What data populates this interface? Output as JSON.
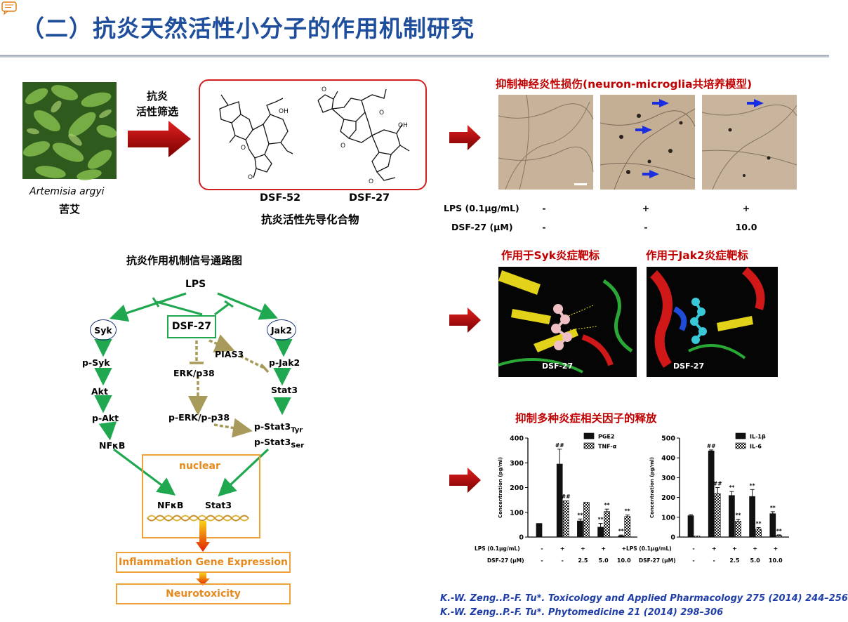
{
  "header": {
    "title": "（二）抗炎天然活性小分子的作用机制研究"
  },
  "left_top": {
    "plant_latin": "Artemisia argyi",
    "plant_cn": "苦艾",
    "screen_label_1": "抗炎",
    "screen_label_2": "活性筛选",
    "compound_1": "DSF-52",
    "compound_2": "DSF-27",
    "compounds_caption": "抗炎活性先导化合物"
  },
  "pathway": {
    "title": "抗炎作用机制信号通路图",
    "nodes": {
      "lps": "LPS",
      "syk": "Syk",
      "jak2": "Jak2",
      "dsf27": "DSF-27",
      "p_syk": "p-Syk",
      "akt": "Akt",
      "p_akt": "p-Akt",
      "nfkb": "NFκB",
      "pias3": "PIAS3",
      "erk": "ERK/p38",
      "p_erk": "p-ERK/p-p38",
      "p_jak2": "p-Jak2",
      "stat3": "Stat3",
      "p_stat3_tyr": "p-Stat3",
      "tyr": "Tyr",
      "p_stat3_ser": "p-Stat3",
      "ser": "Ser",
      "nuclear": "nuclear",
      "nuc_nfkb": "NFκB",
      "nuc_stat3": "Stat3",
      "inflammation": "Inflammation Gene Expression",
      "neurotoxicity": "Neurotoxicity"
    }
  },
  "neuron": {
    "heading": "抑制神经炎性损伤(neuron-microglia共培养模型)",
    "row1_label": "LPS (0.1μg/mL)",
    "row1_values": [
      "-",
      "+",
      "+"
    ],
    "row2_label": "DSF-27 (μM)",
    "row2_values": [
      "-",
      "-",
      "10.0"
    ]
  },
  "docking": {
    "syk_heading": "作用于Syk炎症靶标",
    "jak2_heading": "作用于Jak2炎症靶标",
    "syk_label": "DSF-27",
    "jak2_label": "DSF-27"
  },
  "factors_heading": "抑制多种炎症相关因子的释放",
  "chart_data": [
    {
      "type": "bar",
      "ylabel": "Concentration (pg/ml)",
      "ylim": [
        0,
        400
      ],
      "yticks": [
        0,
        100,
        200,
        300,
        400
      ],
      "groups": [
        {
          "lps": "-",
          "dsf": "-"
        },
        {
          "lps": "+",
          "dsf": "-"
        },
        {
          "lps": "+",
          "dsf": "2.5"
        },
        {
          "lps": "+",
          "dsf": "5.0"
        },
        {
          "lps": "+",
          "dsf": "10.0"
        }
      ],
      "row_lps_label": "LPS (0.1μg/mL)",
      "row_dsf_label": "DSF-27 (μM)",
      "series": [
        {
          "name": "PGE2",
          "values": [
            55,
            295,
            65,
            40,
            5
          ],
          "errors": [
            0,
            60,
            8,
            15,
            3
          ],
          "marks": [
            "",
            "##",
            "**",
            "**",
            "**"
          ]
        },
        {
          "name": "TNF-α",
          "values": [
            0,
            147,
            140,
            103,
            83
          ],
          "errors": [
            0,
            0,
            0,
            10,
            6
          ],
          "marks": [
            "",
            "##",
            "",
            "**",
            "**"
          ]
        }
      ]
    },
    {
      "type": "bar",
      "ylabel": "Concentration (pg/ml)",
      "ylim": [
        0,
        500
      ],
      "yticks": [
        0,
        100,
        200,
        300,
        400,
        500
      ],
      "groups": [
        {
          "lps": "-",
          "dsf": "-"
        },
        {
          "lps": "+",
          "dsf": "-"
        },
        {
          "lps": "+",
          "dsf": "2.5"
        },
        {
          "lps": "+",
          "dsf": "5.0"
        },
        {
          "lps": "+",
          "dsf": "10.0"
        }
      ],
      "row_lps_label": "LPS (0.1μg/mL)",
      "row_dsf_label": "DSF-27 (μM)",
      "series": [
        {
          "name": "IL-1β",
          "values": [
            108,
            435,
            210,
            205,
            118
          ],
          "errors": [
            5,
            5,
            20,
            35,
            10
          ],
          "marks": [
            "",
            "##",
            "**",
            "**",
            "**"
          ]
        },
        {
          "name": "IL-6",
          "values": [
            5,
            220,
            80,
            40,
            8
          ],
          "errors": [
            0,
            30,
            10,
            8,
            3
          ],
          "marks": [
            "",
            "##",
            "**",
            "**",
            "**"
          ]
        }
      ]
    }
  ],
  "references": [
    "K.-W. Zeng..P.-F. Tu*. Toxicology and Applied Pharmacology 275 (2014) 244–256",
    "K.-W. Zeng..P.-F. Tu*. Phytomedicine 21 (2014) 298–306"
  ],
  "colors": {
    "title_blue": "#1f4e9c",
    "heading_red": "#c00000",
    "arrow_green": "#1fa850",
    "arrow_tan": "#a89a5a",
    "nuclear_orange": "#f0a23a",
    "ref_blue": "#1f3ea8"
  }
}
